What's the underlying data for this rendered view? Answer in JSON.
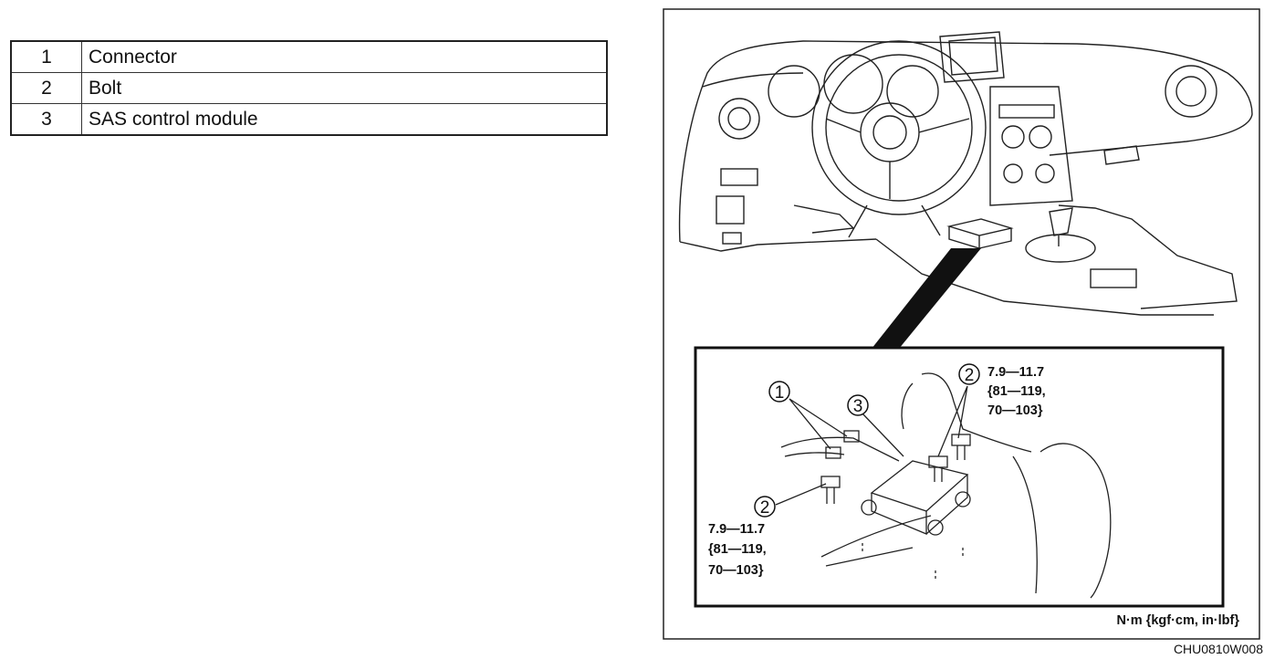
{
  "parts": [
    {
      "num": "1",
      "name": "Connector"
    },
    {
      "num": "2",
      "name": "Bolt"
    },
    {
      "num": "3",
      "name": "SAS control module"
    }
  ],
  "callouts": {
    "connector": "1",
    "module": "3",
    "bolt_right": "2",
    "bolt_left": "2"
  },
  "torque_right": {
    "line1": "7.9—11.7",
    "line2": "{81—119,",
    "line3": "70—103}"
  },
  "torque_left": {
    "line1": "7.9—11.7",
    "line2": "{81—119,",
    "line3": "70—103}"
  },
  "unit_label": "N·m {kgf·cm, in·lbf}",
  "figure_code": "CHU0810W008"
}
